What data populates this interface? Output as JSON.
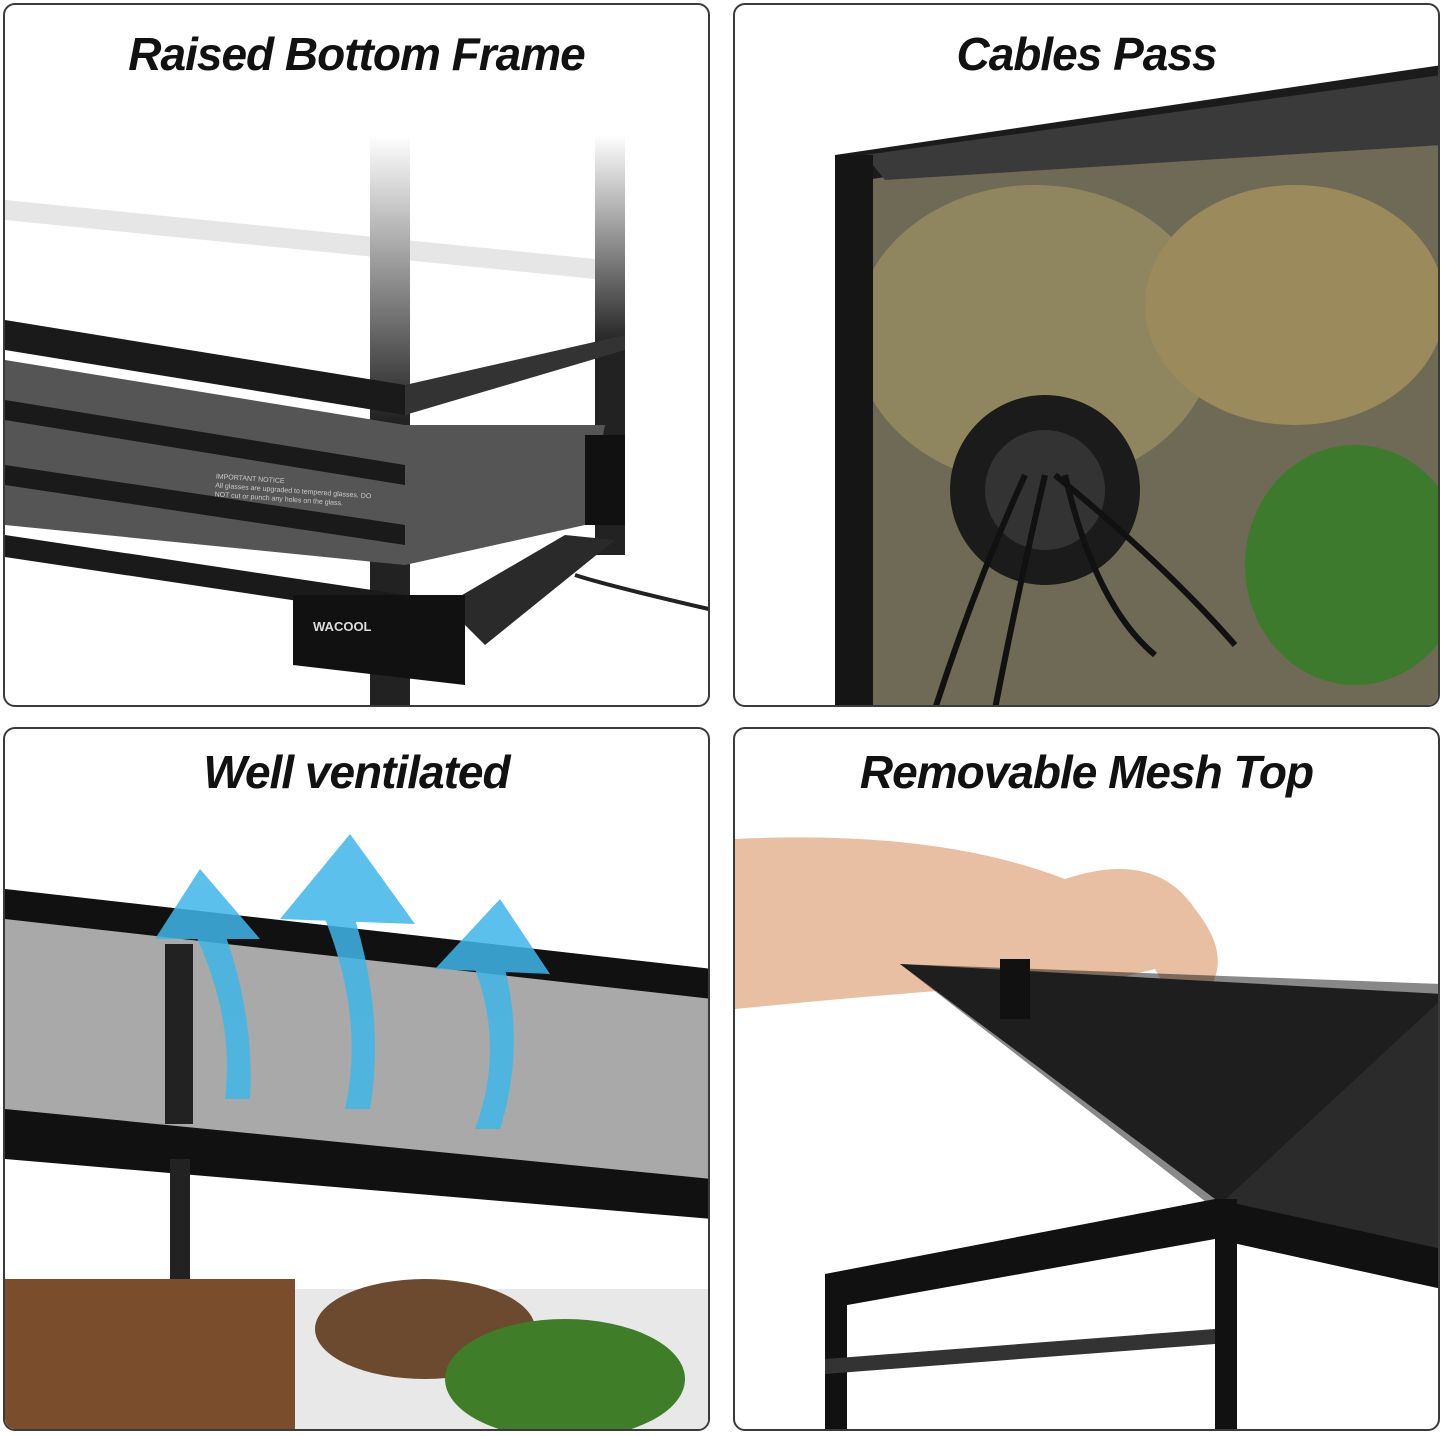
{
  "panels": [
    {
      "title": "Raised Bottom Frame",
      "notice_heading": "IMPORTANT NOTICE",
      "notice_text": "All glasses are upgraded to tempered glasses. DO NOT cut or punch any holes on the glass.",
      "logo": "WACOOL"
    },
    {
      "title": "Cables Pass"
    },
    {
      "title": "Well ventilated",
      "arrow_color": "#3fb6e8"
    },
    {
      "title": "Removable Mesh Top"
    }
  ]
}
